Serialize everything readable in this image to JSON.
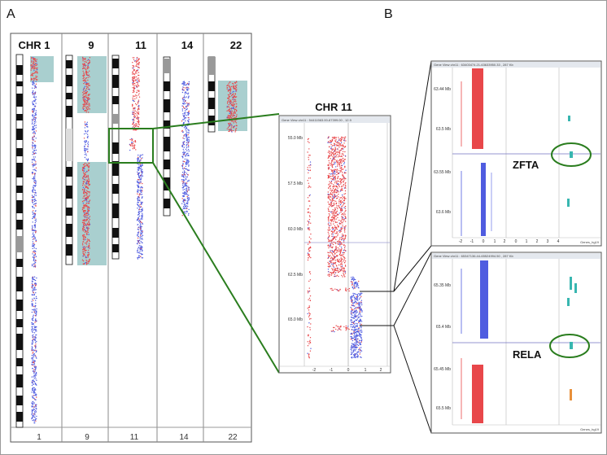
{
  "panels": {
    "a": "A",
    "b": "B"
  },
  "chromosomes": [
    {
      "top_label": "CHR 1",
      "bottom_label": "1"
    },
    {
      "top_label": "9",
      "bottom_label": "9"
    },
    {
      "top_label": "11",
      "bottom_label": "11"
    },
    {
      "top_label": "14",
      "bottom_label": "14"
    },
    {
      "top_label": "22",
      "bottom_label": "22"
    }
  ],
  "zoom": {
    "title": "CHR 11",
    "header": "Gene View chr11 : 54411563.00-67399.00 , 12.9",
    "y_ticks": [
      "55.0 Mb",
      "57.5 Mb",
      "60.0 Mb",
      "62.5 Mb",
      "65.0 Mb"
    ],
    "x_ticks": [
      "-2",
      "-1",
      "0",
      "1",
      "2"
    ]
  },
  "detail_top": {
    "header": "Gene View chr11 : 63403474.21-63633950.33 , 287 Kb",
    "gene": "ZFTA",
    "y_ticks": [
      "63.44 Mb",
      "63.5 Mb",
      "63.55 Mb",
      "63.6 Mb"
    ],
    "x_ticks": [
      "-2",
      "-1",
      "0",
      "1",
      "2",
      "0",
      "1",
      "2",
      "3",
      "4"
    ],
    "footer": "Genes_hg19"
  },
  "detail_bottom": {
    "header": "Gene View chr11 : 65347136.44-65524994.50 , 287 Kb",
    "gene": "RELA",
    "y_ticks": [
      "65.35 Mb",
      "65.4 Mb",
      "65.45 Mb",
      "65.5 Mb"
    ],
    "footer": "Genes_hg19"
  },
  "colors": {
    "gain": "#e8474a",
    "loss": "#4f5ce0",
    "highlight": "#a9cfcf",
    "callout": "#2a7d1e",
    "gene": "#38b6b0"
  }
}
